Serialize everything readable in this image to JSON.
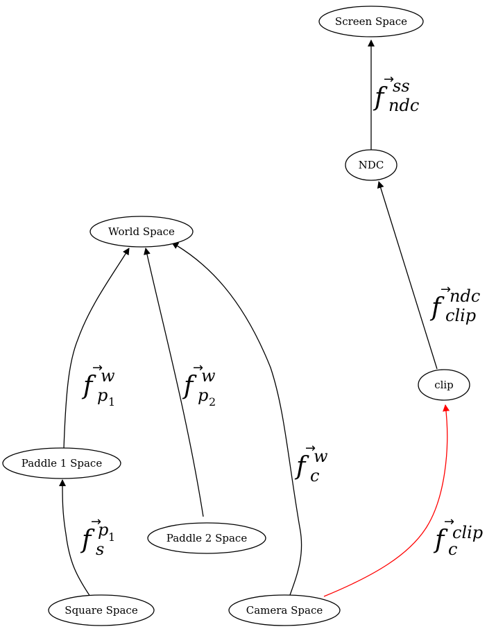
{
  "nodes": {
    "screen_space": "Screen Space",
    "ndc": "NDC",
    "world_space": "World Space",
    "clip": "clip",
    "paddle1_space": "Paddle 1 Space",
    "paddle2_space": "Paddle 2 Space",
    "square_space": "Square Space",
    "camera_space": "Camera Space"
  },
  "edges": {
    "ndc_to_screen": {
      "sup": "ss",
      "sub": "ndc"
    },
    "clip_to_ndc": {
      "sup": "ndc",
      "sub": "clip"
    },
    "paddle1_to_world": {
      "sup": "w",
      "sub": "p",
      "subsub": "1"
    },
    "paddle2_to_world": {
      "sup": "w",
      "sub": "p",
      "subsub": "2"
    },
    "camera_to_world": {
      "sup": "w",
      "sub": "c"
    },
    "square_to_paddle1": {
      "sup": "p",
      "supsub": "1",
      "sub": "s"
    },
    "camera_to_clip": {
      "sup": "clip",
      "sub": "c"
    }
  },
  "colors": {
    "edge_default": "#000000",
    "edge_highlight": "#ff0000"
  }
}
